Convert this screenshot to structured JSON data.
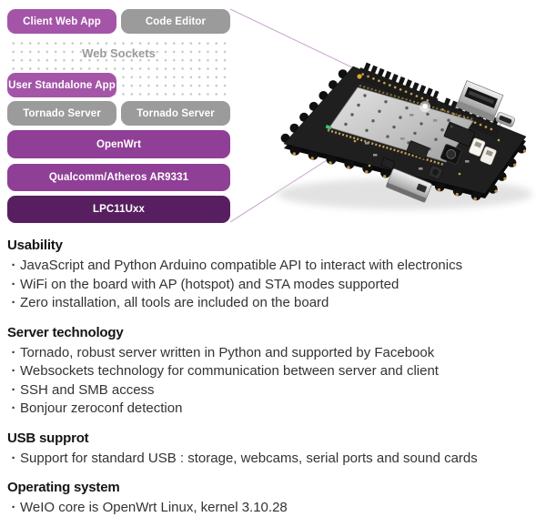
{
  "stack": {
    "websockets_label": "Web Sockets",
    "boxes": [
      {
        "label": "Client Web App"
      },
      {
        "label": "Code Editor"
      },
      {
        "label": "User Standalone App"
      },
      {
        "label": "Tornado Server"
      },
      {
        "label": "Tornado Server"
      },
      {
        "label": "OpenWrt"
      },
      {
        "label": "Qualcomm/Atheros AR9331"
      },
      {
        "label": "LPC11Uxx"
      }
    ]
  },
  "bullet_char": "·",
  "sections": [
    {
      "heading": "Usability",
      "bullets": [
        "JavaScript and Python Arduino compatible API to interact with electronics",
        "WiFi on the board with AP (hotspot) and STA modes supported",
        "Zero installation, all tools are included on the board"
      ]
    },
    {
      "heading": "Server technology",
      "bullets": [
        "Tornado, robust server written in Python and supported by Facebook",
        "Websockets technology for communication between server and client",
        "SSH and SMB access",
        "Bonjour zeroconf detection"
      ]
    },
    {
      "heading": "USB supprot",
      "bullets": [
        "Support for standard USB : storage, webcams, serial ports and sound cards"
      ]
    },
    {
      "heading": "Operating system",
      "bullets": [
        "WeIO core is OpenWrt Linux, kernel 3.10.28"
      ]
    }
  ],
  "colors": {
    "purple_light": "#a455a7",
    "purple_mid": "#8f3f96",
    "purple_dark": "#571f60",
    "gray_box": "#9b9b9b",
    "websockets_text": "#9a9a9a",
    "dot_grid": "#c6c6c6",
    "connector_line": "#c9a3cc"
  }
}
